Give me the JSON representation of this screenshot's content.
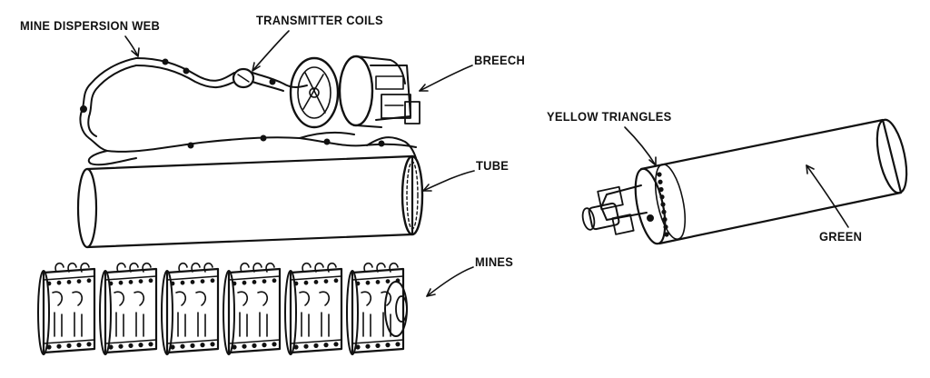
{
  "labels": {
    "mine_dispersion_web": "MINE DISPERSION WEB",
    "transmitter_coils": "TRANSMITTER COILS",
    "breech": "BREECH",
    "tube": "TUBE",
    "mines": "MINES",
    "yellow_triangles": "YELLOW TRIANGLES",
    "green": "GREEN"
  },
  "colors": {
    "ink": "#111111",
    "paper": "#ffffff"
  },
  "components": {
    "mine_count": 6
  }
}
